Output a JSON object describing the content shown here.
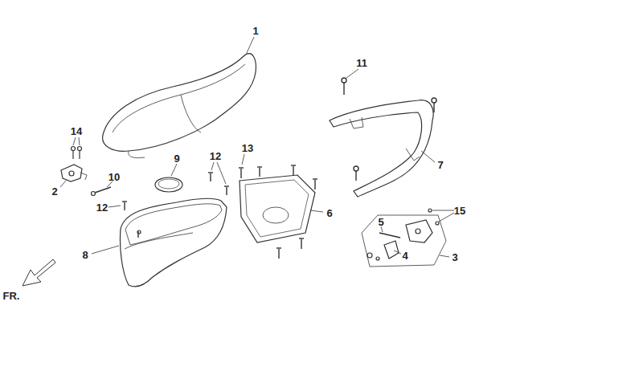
{
  "diagram": {
    "labels": [
      "1",
      "11",
      "14",
      "13",
      "12",
      "9",
      "10",
      "7",
      "2",
      "12",
      "6",
      "15",
      "5",
      "8",
      "4",
      "3",
      "FR."
    ]
  }
}
